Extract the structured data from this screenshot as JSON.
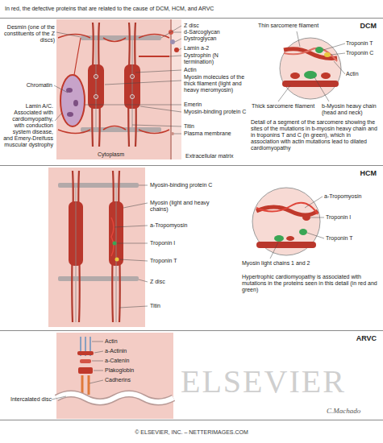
{
  "diagram": {
    "title": "In red, the defective proteins that are related to the cause of DCM, HCM, and ARVC",
    "caption": "© ELSEVIER, INC. – NETTERIMAGES.COM",
    "nodes": [
      {
        "text": [
          "DCM"
        ]
      },
      {
        "text": [
          "HCM"
        ]
      },
      {
        "text": [
          "ARVC"
        ]
      }
    ],
    "labels": [
      "Desmin (one of the constituents of the Z discs)",
      "Chromatin",
      "Lamin A/C. Associated with cardiomyopathy, with conduction system disease, and Emery-Dreifuss muscular dystrophy",
      "Cytoplasm",
      "Z disc",
      "d-Sarcoglycan",
      "Dystroglycan",
      "Lamin a-2",
      "Dystrophin (N termination)",
      "Actin",
      "Myosin molecules of the thick filament (light and heavy meromyosin)",
      "Emerin",
      "Myosin-binding protein C",
      "Titin",
      "Plasma membrane",
      "Thin sarcomere filament",
      "Troponin T",
      "Troponin C",
      "Actin",
      "Thick sarcomere filament",
      "b-Myosin heavy chain (head and neck)",
      "Detail of a segment of the sarcomere showing the sites of the mutations in b-myosin heavy chain and in troponins T and C (in green), which in association with actin mutations lead to dilated cardiomyopathy",
      "Extracellular matrix",
      "Myosin-binding protein C",
      "Myosin (light and heavy chains)",
      "a-Tropomyosin",
      "Troponin I",
      "Troponin T",
      "Z disc",
      "Titin",
      "a-Tropomyosin",
      "Troponin I",
      "Troponin T",
      "Myosin light chains 1 and 2",
      "Hypertrophic cardiomyopathy is associated with mutations in the proteins seen in this detail (in red and green)",
      "Actin",
      "a-Actinin",
      "a-Catenin",
      "Plakoglobin",
      "Cadherins",
      "Intercalated disc",
      "ELSEVIER",
      "C.Machado"
    ]
  }
}
